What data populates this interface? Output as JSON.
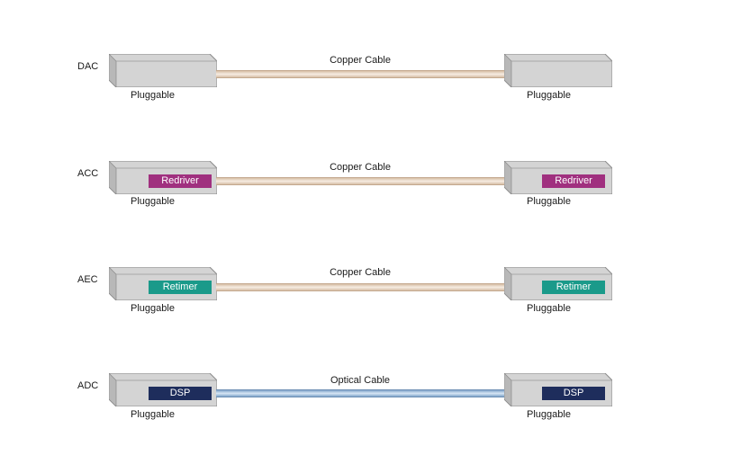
{
  "colors": {
    "redriver": "#a0307f",
    "retimer": "#1a9a8a",
    "dsp": "#1e2d5c"
  },
  "rows": [
    {
      "label": "DAC",
      "cable_label": "Copper Cable",
      "cable_type": "copper",
      "left_plug": "Pluggable",
      "right_plug": "Pluggable",
      "chip": ""
    },
    {
      "label": "ACC",
      "cable_label": "Copper Cable",
      "cable_type": "copper",
      "left_plug": "Pluggable",
      "right_plug": "Pluggable",
      "chip": "Redriver"
    },
    {
      "label": "AEC",
      "cable_label": "Copper Cable",
      "cable_type": "copper",
      "left_plug": "Pluggable",
      "right_plug": "Pluggable",
      "chip": "Retimer"
    },
    {
      "label": "ADC",
      "cable_label": "Optical Cable",
      "cable_type": "optical",
      "left_plug": "Pluggable",
      "right_plug": "Pluggable",
      "chip": "DSP"
    }
  ]
}
